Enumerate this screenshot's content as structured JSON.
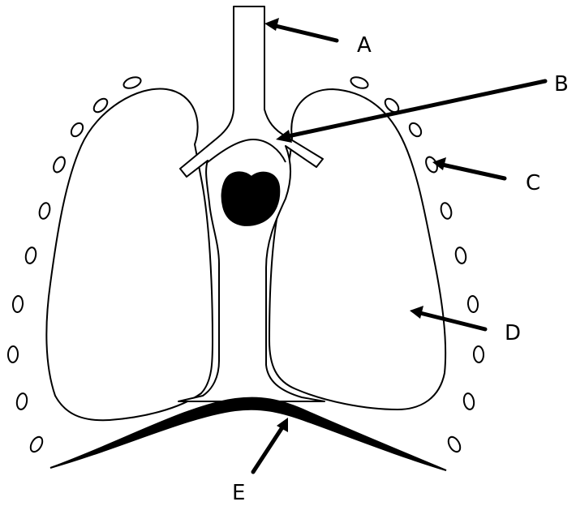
{
  "diagram": {
    "labels": {
      "a": "A",
      "b": "B",
      "c": "C",
      "d": "D",
      "e": "E"
    },
    "colors": {
      "line": "#000000",
      "fill": "#ffffff",
      "solid": "#000000"
    }
  }
}
